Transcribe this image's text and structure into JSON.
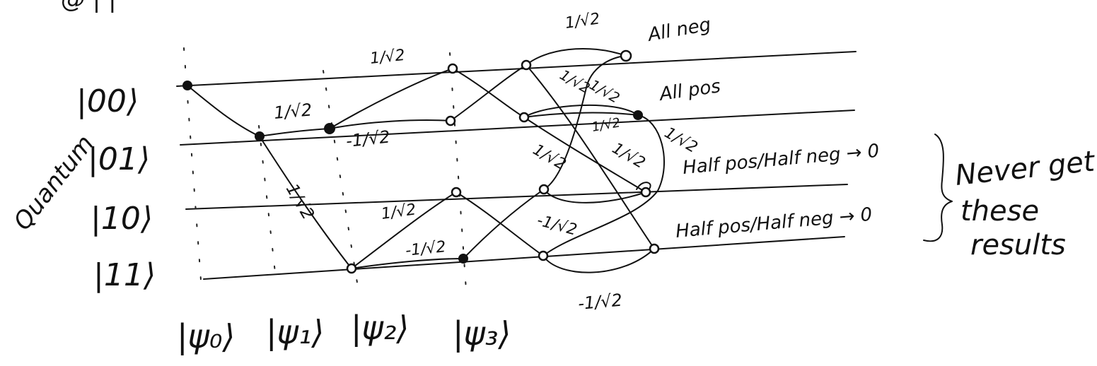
{
  "top_cut_text": "@ | |",
  "side_label": "Quantum",
  "states": [
    "|00⟩",
    "|01⟩",
    "|10⟩",
    "|11⟩"
  ],
  "time_steps": [
    "|ψ₀⟩",
    "|ψ₁⟩",
    "|ψ₂⟩",
    "|ψ₃⟩"
  ],
  "amplitudes": {
    "a1": "1/√2",
    "a2": "1/√2",
    "a3": "1/√2",
    "a4": "-1/√2",
    "a5": "1/√2",
    "a6": "1/√2",
    "a7": "-1/√2",
    "a8": "1/√2",
    "a9": "1/√2",
    "a10": "1/√2",
    "a11": "1/√2",
    "a12": "1/√2",
    "a13": "1/√2",
    "a14": "-1/√2",
    "a15": "-1/√2"
  },
  "outcomes": {
    "row0": "All neg",
    "row1": "All pos",
    "row2": "Half pos/Half neg → 0",
    "row3": "Half pos/Half neg → 0"
  },
  "brace_note": [
    "Never get",
    "these",
    "results"
  ]
}
